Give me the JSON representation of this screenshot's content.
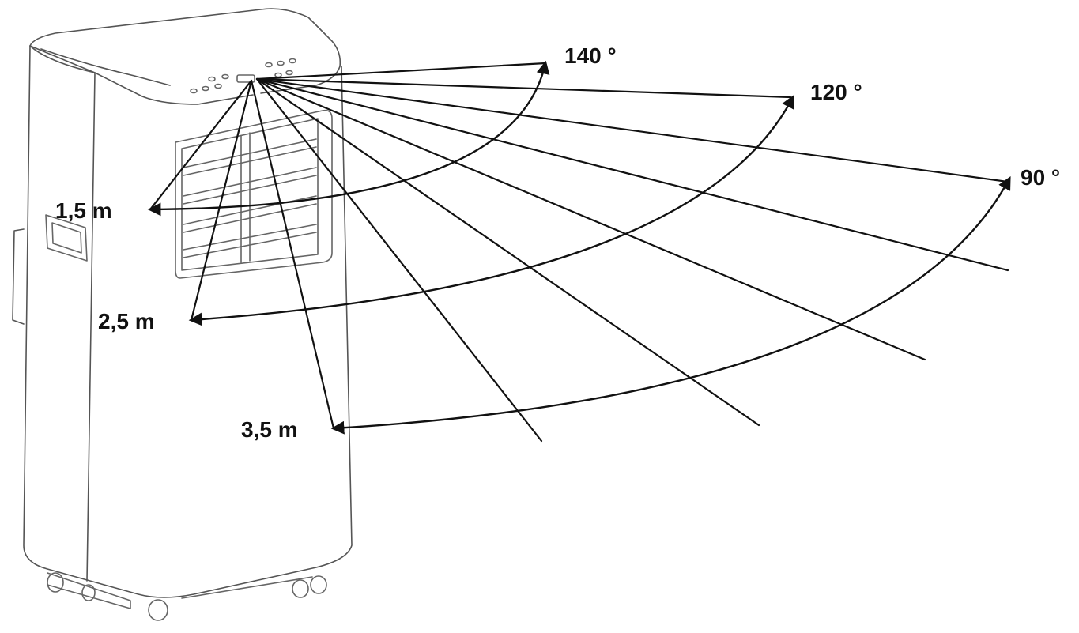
{
  "diagram": {
    "subject": "portable air conditioner remote control reception range",
    "line_color": "#111111",
    "background": "#ffffff",
    "angle_labels": [
      {
        "id": "angle-140",
        "text": "140 °"
      },
      {
        "id": "angle-120",
        "text": "120 °"
      },
      {
        "id": "angle-90",
        "text": "90 °"
      }
    ],
    "distance_labels": [
      {
        "id": "distance-1-5",
        "text": "1,5 m"
      },
      {
        "id": "distance-2-5",
        "text": "2,5 m"
      },
      {
        "id": "distance-3-5",
        "text": "3,5 m"
      }
    ]
  }
}
